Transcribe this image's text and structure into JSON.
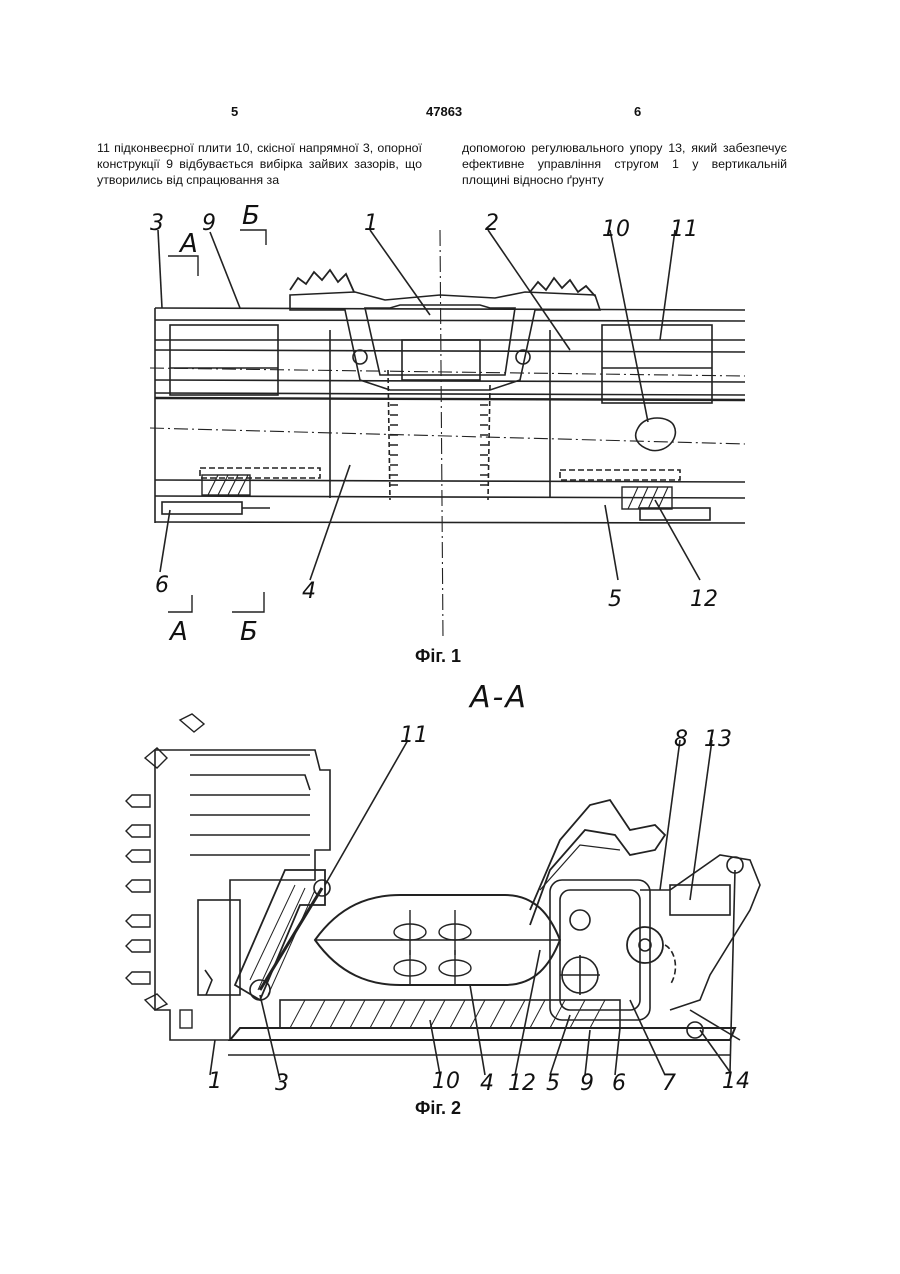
{
  "header": {
    "page_left": "5",
    "patent_number": "47863",
    "page_right": "6"
  },
  "text": {
    "left_column": "11 підконвеєрної плити 10, скісної напрямної 3, опорної конструкції 9 відбувається вибірка зайвих зазорів, що утворились від спрацювання за",
    "right_column": "допомогою регулювального упору 13, який забезпечує ефективне управління стругом 1 у вертикальній площині відносно ґрунту"
  },
  "figure1": {
    "caption": "Фіг. 1",
    "labels": {
      "l3": "3",
      "l9": "9",
      "lA_top": "А",
      "lB_top": "Б",
      "l1": "1",
      "l2": "2",
      "l10": "10",
      "l11": "11",
      "l6": "6",
      "l4": "4",
      "l5": "5",
      "l12": "12",
      "lA_bot": "А",
      "lB_bot": "Б"
    }
  },
  "figure2": {
    "section_label": "А-А",
    "caption": "Фіг. 2",
    "labels": {
      "l11": "11",
      "l8": "8",
      "l13": "13",
      "l1": "1",
      "l3": "3",
      "l10": "10",
      "l4": "4",
      "l12": "12",
      "l5": "5",
      "l9": "9",
      "l6": "6",
      "l7": "7",
      "l14": "14"
    }
  }
}
